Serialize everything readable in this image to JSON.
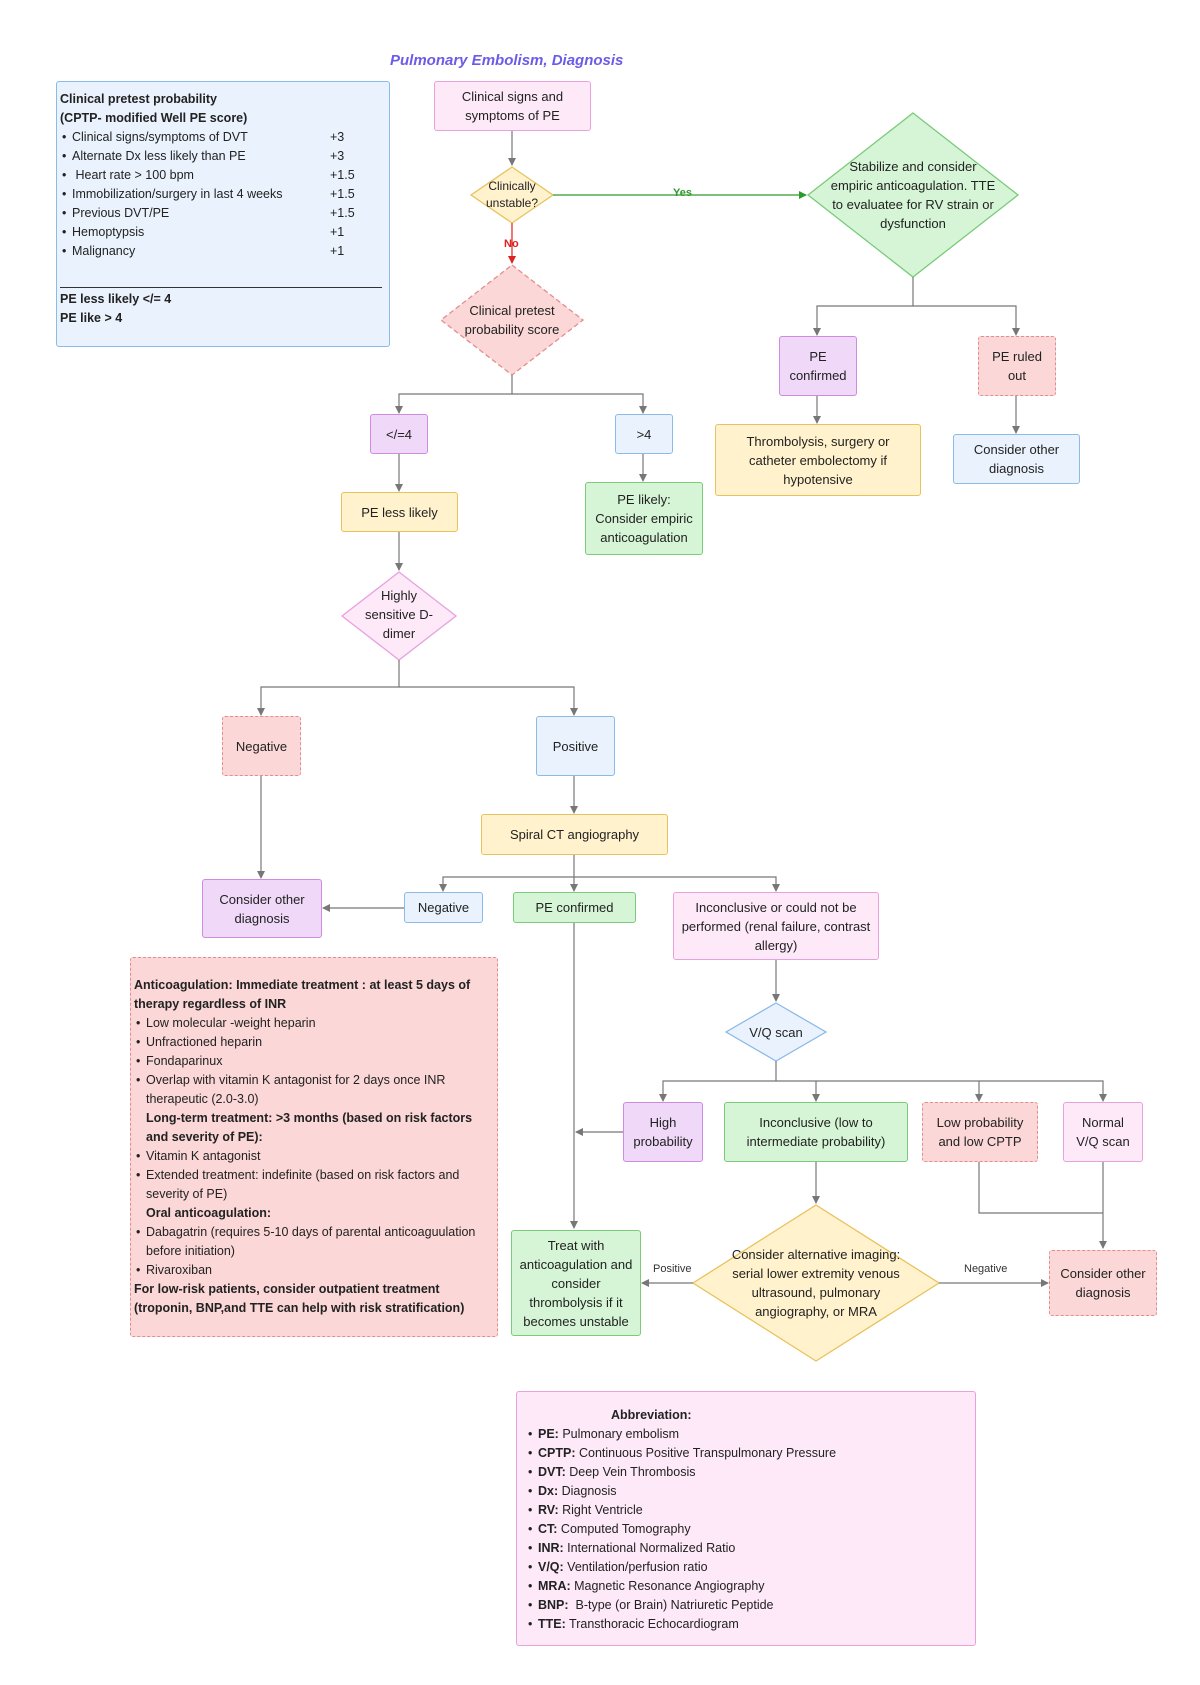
{
  "title": "Pulmonary Embolism, Diagnosis",
  "cptp": {
    "heading1": "Clinical pretest probability",
    "heading2": "(CPTP- modified  Well PE score)",
    "items": [
      {
        "label": "Clinical signs/symptoms  of DVT",
        "points": "+3"
      },
      {
        "label": "Alternate Dx less likely than PE",
        "points": "+3"
      },
      {
        "label": " Heart rate > 100 bpm",
        "points": "+1.5"
      },
      {
        "label": "Immobilization/surgery in last 4 weeks",
        "points": "+1.5"
      },
      {
        "label": "Previous DVT/PE",
        "points": "+1.5"
      },
      {
        "label": "Hemoptypsis",
        "points": "+1"
      },
      {
        "label": "Malignancy",
        "points": "+1"
      }
    ],
    "footer1": "PE less likely </= 4",
    "footer2": "PE like > 4"
  },
  "nodes": {
    "signs": "Clinical signs and symptoms of PE",
    "unstable": "Clinically unstable?",
    "stabilize": "Stabilize and consider empiric anticoagulation. TTE to evaluatee for RV strain or dysfunction",
    "pe_confirmed_top": "PE confirmed",
    "pe_ruled_out": "PE ruled out",
    "thrombolysis": "Thrombolysis, surgery or catheter embolectomy if hypotensive",
    "consider_other_top": "Consider other diagnosis",
    "pretest": "Clinical pretest probability score",
    "le4": "</=4",
    "gt4": ">4",
    "pe_less_likely": "PE less likely",
    "pe_likely": "PE likely: Consider empiric anticoagulation",
    "ddimer": "Highly sensitive D-dimer",
    "negative_dd": "Negative",
    "positive_dd": "Positive",
    "spiral_ct": "Spiral CT angiography",
    "consider_other_mid": "Consider other diagnosis",
    "ct_negative": "Negative",
    "ct_confirmed": "PE confirmed",
    "inconclusive_ct": "Inconclusive or could not be performed (renal failure, contrast allergy)",
    "vq": "V/Q scan",
    "high_prob": "High probability",
    "inconclusive_vq": "Inconclusive (low to intermediate probability)",
    "low_prob": "Low probability and low CPTP",
    "normal_vq": "Normal V/Q scan",
    "treat": "Treat with anticoagulation and consider thrombolysis if it becomes unstable",
    "alt_imaging": "Consider alternative imaging: serial lower extremity venous ultrasound, pulmonary angiography, or MRA",
    "consider_other_bottom": "Consider other diagnosis"
  },
  "edge_labels": {
    "yes": "Yes",
    "no": "No",
    "positive": "Positive",
    "negative": "Negative"
  },
  "anticoag": {
    "heading": "Anticoagulation: Immediate treatment : at least 5 days of therapy regardless of INR",
    "items1": [
      "Low molecular -weight heparin",
      "Unfractioned heparin",
      "Fondaparinux",
      "Overlap with vitamin K antagonist for 2 days once INR therapeutic (2.0-3.0)"
    ],
    "longterm": "Long-term treatment: >3 months (based on risk factors and severity of PE):",
    "items2": [
      "Vitamin K antagonist",
      "Extended treatment: indefinite (based on risk factors and severity of PE)"
    ],
    "oral": "Oral anticoagulation:",
    "items3": [
      "Dabagatrin (requires 5-10 days of parental anticoaguulation before initiation)",
      "Rivaroxiban"
    ],
    "footer": "For low-risk patients, consider outpatient treatment (troponin, BNP,and TTE can help with risk stratification)"
  },
  "abbrev": {
    "heading": "Abbreviation:",
    "items": [
      {
        "abbr": "PE:",
        "text": " Pulmonary embolism"
      },
      {
        "abbr": "CPTP:",
        "text": " Continuous Positive Transpulmonary Pressure"
      },
      {
        "abbr": "DVT:",
        "text": " Deep Vein Thrombosis"
      },
      {
        "abbr": "Dx:",
        "text": " Diagnosis"
      },
      {
        "abbr": "RV:",
        "text": " Right Ventricle"
      },
      {
        "abbr": "CT:",
        "text": " Computed Tomography"
      },
      {
        "abbr": "INR:",
        "text": " International Normalized Ratio"
      },
      {
        "abbr": "V/Q:",
        "text": " Ventilation/perfusion ratio"
      },
      {
        "abbr": "MRA:",
        "text": " Magnetic Resonance Angiography"
      },
      {
        "abbr": "BNP:",
        "text": "  B-type (or Brain) Natriuretic Peptide"
      },
      {
        "abbr": "TTE:",
        "text": " Transthoracic Echocardiogram"
      }
    ]
  }
}
